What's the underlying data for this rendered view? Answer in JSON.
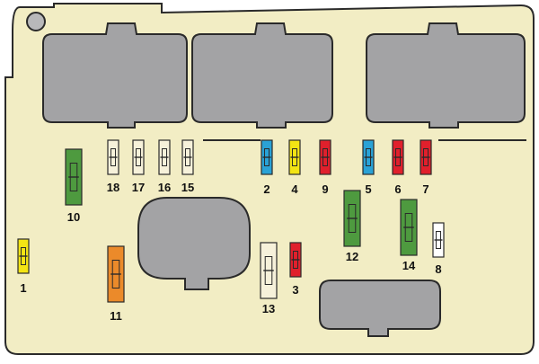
{
  "colors": {
    "board": "#f2edc4",
    "outline": "#2a2a2a",
    "housing": "#a3a3a5",
    "spare": "#f6f1da",
    "blue": "#2aa2d6",
    "yellow": "#f3e414",
    "red": "#e0202c",
    "green": "#4e9a3f",
    "orange": "#eb8a2a",
    "white": "#ffffff"
  },
  "fuses": [
    {
      "id": "fuse-1",
      "label": "1",
      "color": "yellow"
    },
    {
      "id": "fuse-2",
      "label": "2",
      "color": "blue"
    },
    {
      "id": "fuse-3",
      "label": "3",
      "color": "red"
    },
    {
      "id": "fuse-4",
      "label": "4",
      "color": "yellow"
    },
    {
      "id": "fuse-5",
      "label": "5",
      "color": "blue"
    },
    {
      "id": "fuse-6",
      "label": "6",
      "color": "red"
    },
    {
      "id": "fuse-7",
      "label": "7",
      "color": "red"
    },
    {
      "id": "fuse-8",
      "label": "8",
      "color": "white"
    },
    {
      "id": "fuse-9",
      "label": "9",
      "color": "red"
    },
    {
      "id": "fuse-10",
      "label": "10",
      "color": "green"
    },
    {
      "id": "fuse-11",
      "label": "11",
      "color": "orange"
    },
    {
      "id": "fuse-12",
      "label": "12",
      "color": "green"
    },
    {
      "id": "fuse-13",
      "label": "13",
      "color": "spare"
    },
    {
      "id": "fuse-14",
      "label": "14",
      "color": "green"
    },
    {
      "id": "fuse-15",
      "label": "15",
      "color": "spare"
    },
    {
      "id": "fuse-16",
      "label": "16",
      "color": "spare"
    },
    {
      "id": "fuse-17",
      "label": "17",
      "color": "spare"
    },
    {
      "id": "fuse-18",
      "label": "18",
      "color": "spare"
    }
  ]
}
